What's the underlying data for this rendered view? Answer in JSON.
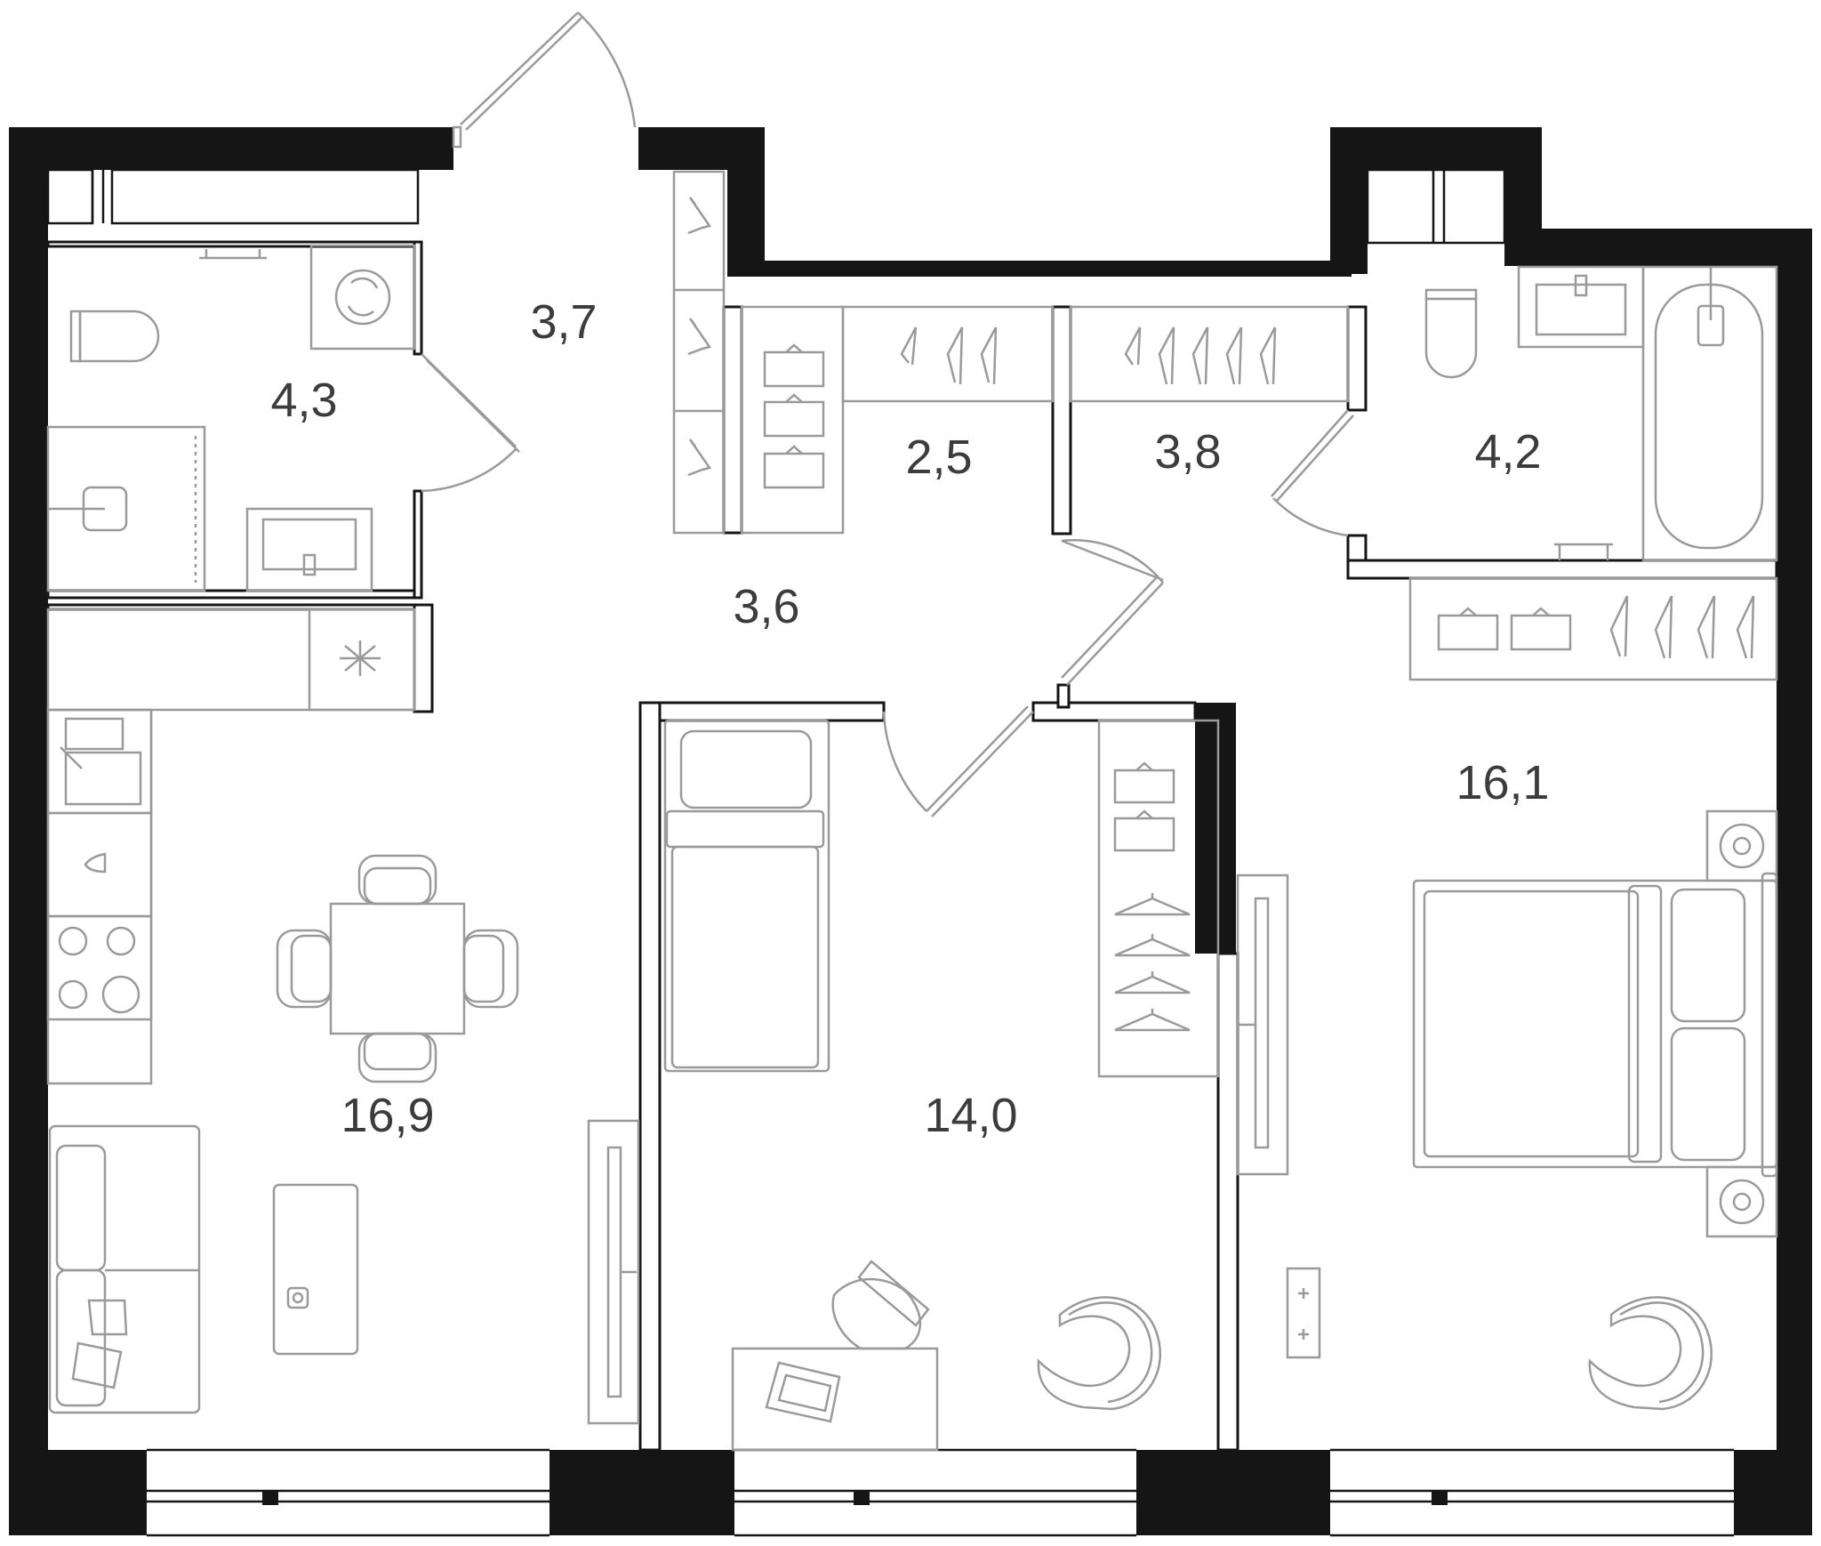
{
  "floor_plan": {
    "rooms": [
      {
        "key": "bathroom_left",
        "area": "4,3"
      },
      {
        "key": "entrance",
        "area": "3,7"
      },
      {
        "key": "wardrobe",
        "area": "2,5"
      },
      {
        "key": "hall_upper",
        "area": "3,8"
      },
      {
        "key": "bathroom_right",
        "area": "4,2"
      },
      {
        "key": "corridor",
        "area": "3,6"
      },
      {
        "key": "master_bedroom",
        "area": "16,1"
      },
      {
        "key": "kitchen_living",
        "area": "16,9"
      },
      {
        "key": "bedroom",
        "area": "14,0"
      }
    ]
  }
}
